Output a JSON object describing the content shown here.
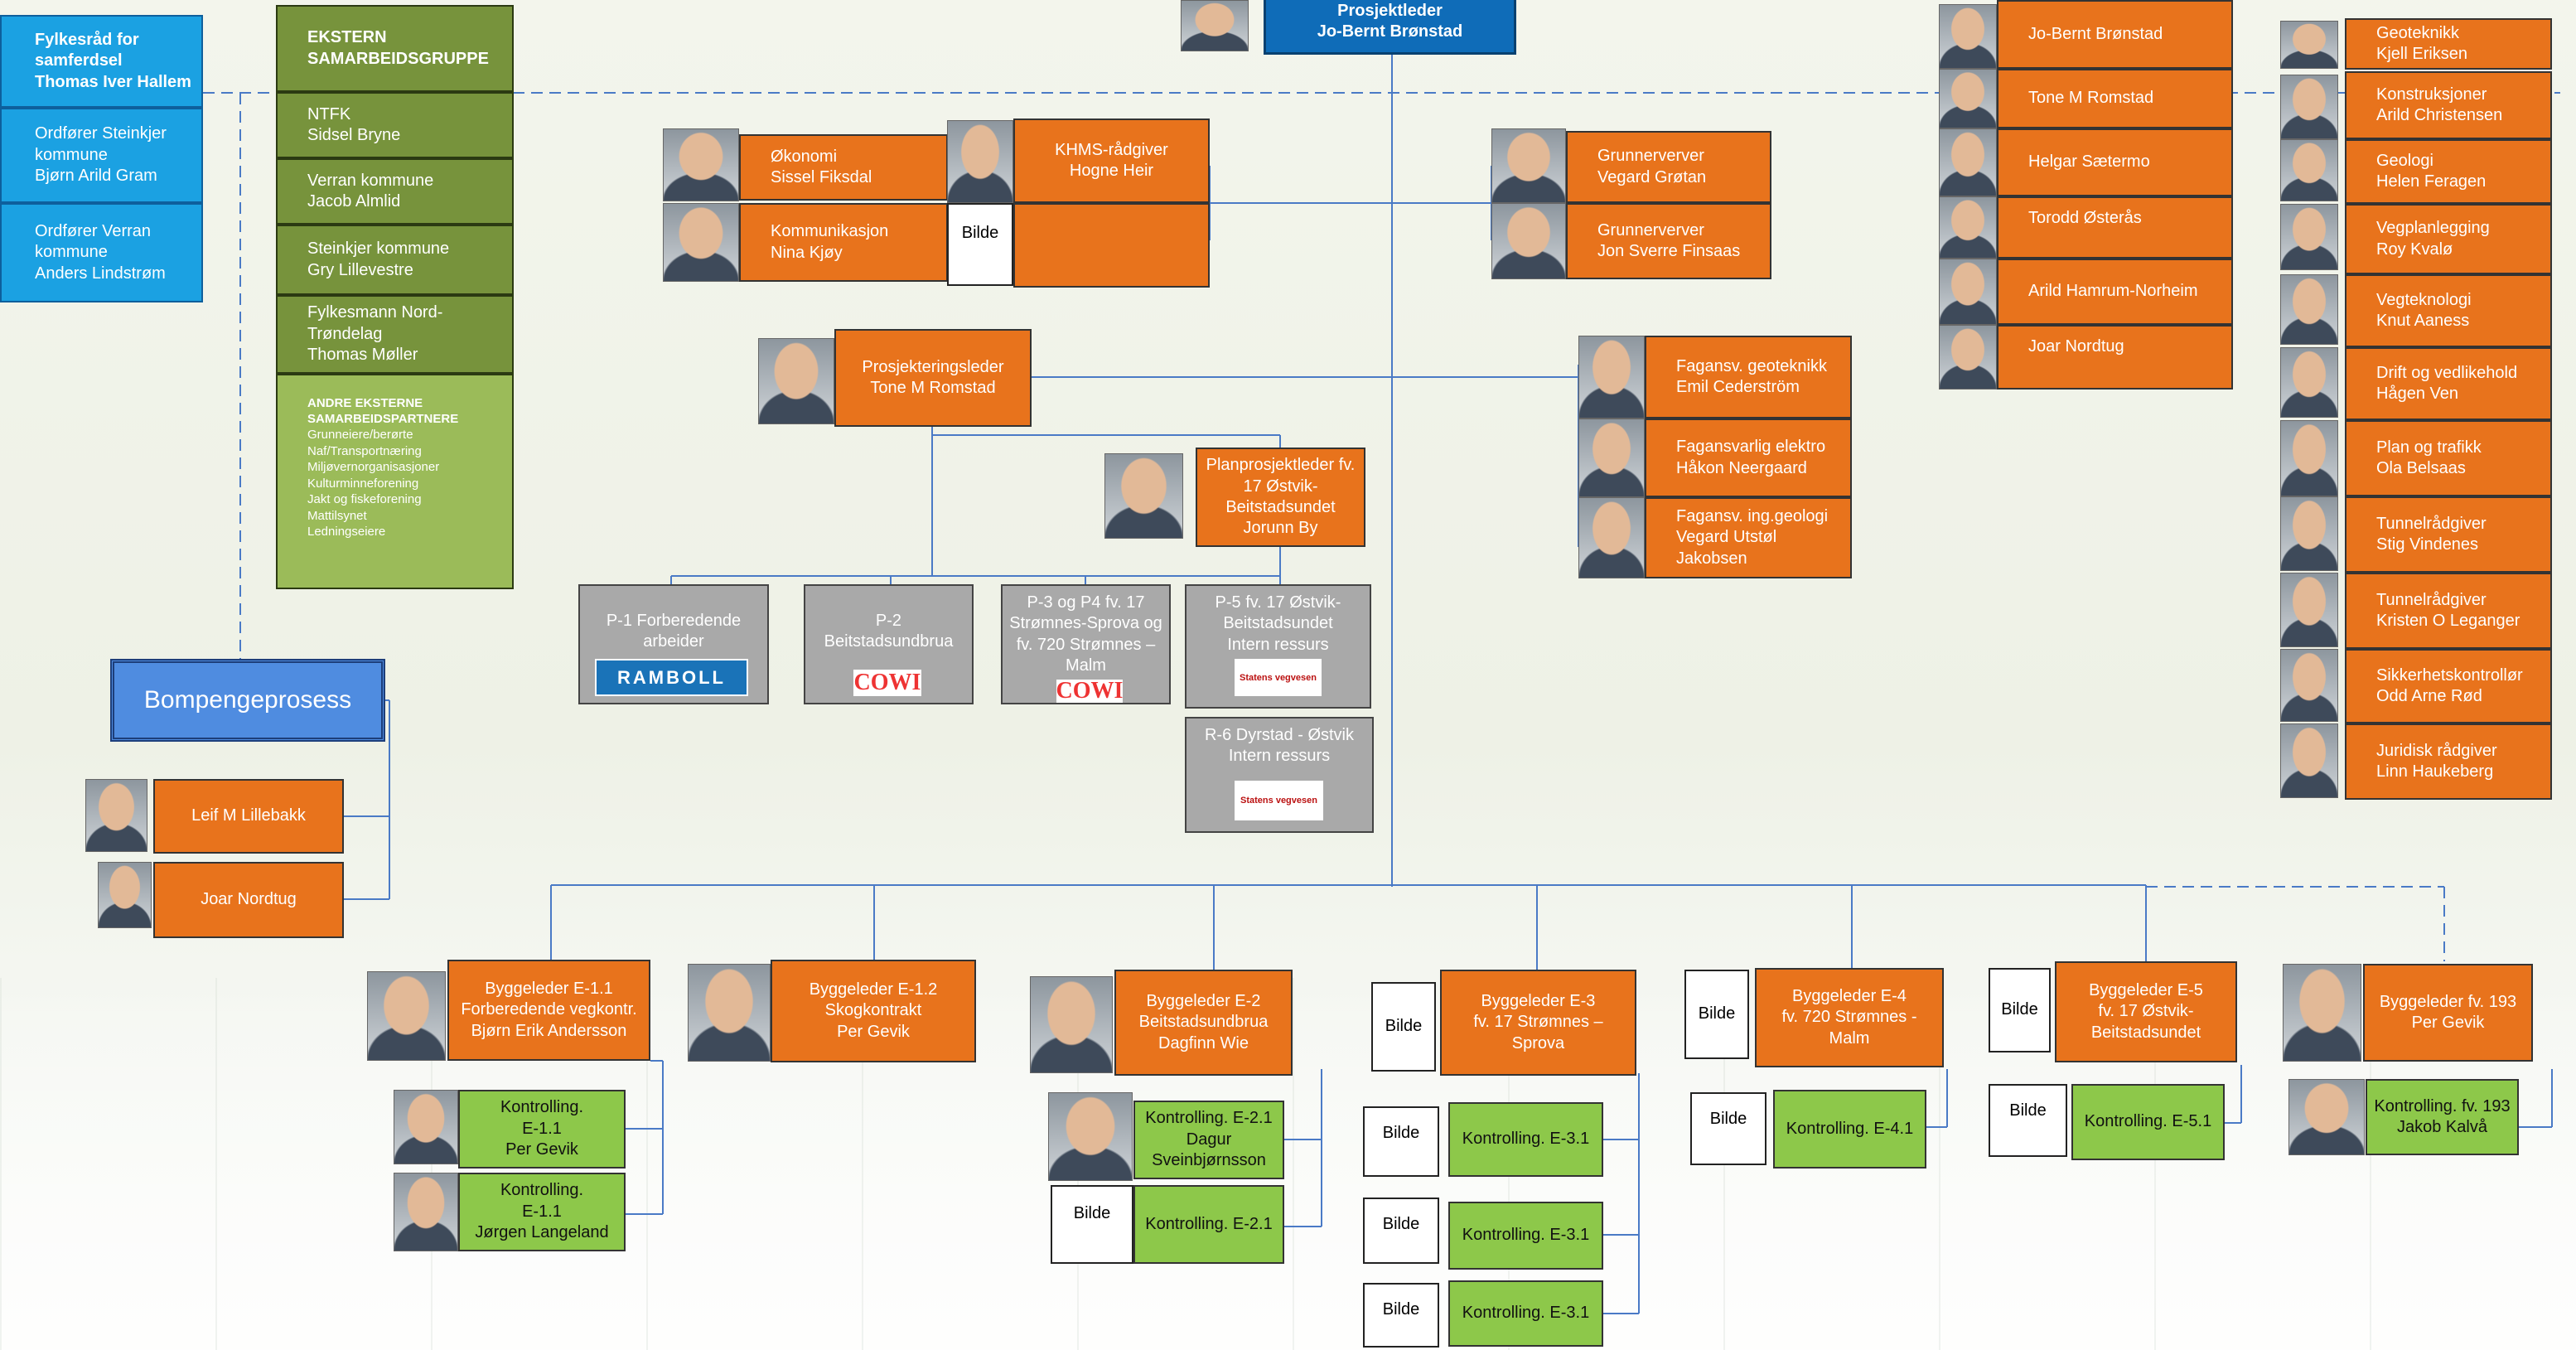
{
  "top": {
    "project_lead_title": "Prosjektleder",
    "project_lead_name": "Jo-Bernt Brønstad"
  },
  "left_blue": [
    "Fylkesråd for samferdsel\nThomas Iver Hallem",
    "Ordfører Steinkjer kommune\nBjørn Arild Gram",
    "Ordfører Verran kommune\nAnders Lindstrøm"
  ],
  "external_group": {
    "title": "EKSTERN\nSAMARBEIDSGRUPPE",
    "members": [
      "NTFK\nSidsel Bryne",
      "Verran kommune\nJacob Almlid",
      "Steinkjer kommune\nGry Lillevestre",
      "Fylkesmann Nord-\nTrøndelag\nThomas Møller"
    ],
    "other_title": "ANDRE EKSTERNE\nSAMARBEIDSPARTNERE",
    "other_items": "Grunneiere/berørte\nNaf/Transportnæring\nMiljøvernorganisasjoner\nKulturminneforening\nJakt og fiskeforening\nMattilsynet\nLedningseiere"
  },
  "staff": {
    "economy": "Økonomi\nSissel Fiksdal",
    "communication": "Kommunikasjon\nNina Kjøy",
    "khms": "KHMS-rådgiver\nHogne Heir",
    "bilde": "Bilde",
    "land1": "Grunnerverver\nVegard Grøtan",
    "land2": "Grunnerverver\nJon Sverre Finsaas"
  },
  "planning": {
    "lead": "Prosjekteringsleder\nTone M Romstad",
    "plan_lead": "Planprosjektleder fv.\n17 Østvik-\nBeitstadsundet\nJorunn By",
    "experts": [
      "Fagansv. geoteknikk\nEmil Cederström",
      "Fagansvarlig elektro\nHåkon Neergaard",
      "Fagansv. ing.geologi\nVegard Utstøl\nJakobsen"
    ],
    "packages": [
      "P-1 Forberedende\narbeider",
      "P-2\nBeitstadsundbrua",
      "P-3 og P4 fv. 17\nStrømnes-Sprova og\nfv. 720 Strømnes –\nMalm",
      "P-5 fv. 17 Østvik-\nBeitstadsundet\nIntern ressurs",
      "R-6 Dyrstad - Østvik\nIntern ressurs"
    ],
    "logos": {
      "ramboll": "RAMBOLL",
      "cowi": "COWI",
      "svv": "Statens vegvesen"
    }
  },
  "bomp": {
    "title": "Bompengeprosess",
    "members": [
      "Leif M Lillebakk",
      "Joar Nordtug"
    ]
  },
  "right_column_1": [
    "Jo-Bernt Brønstad",
    "Tone M Romstad",
    "Helgar Sætermo",
    "Torodd Østerås",
    "Arild Hamrum-Norheim",
    "Joar Nordtug"
  ],
  "right_column_2": [
    "Geoteknikk\nKjell Eriksen",
    "Konstruksjoner\nArild Christensen",
    "Geologi\nHelen Feragen",
    "Vegplanlegging\nRoy Kvalø",
    "Vegteknologi\nKnut Aaness",
    "Drift og vedlikehold\nHågen Ven",
    "Plan og trafikk\nOla Belsaas",
    "Tunnelrådgiver\nStig Vindenes",
    "Tunnelrådgiver\nKristen O Leganger",
    "Sikkerhetskontrollør\nOdd Arne Rød",
    "Juridisk rådgiver\nLinn Haukeberg"
  ],
  "construction": {
    "leaders": [
      "Byggeleder E-1.1\nForberedende vegkontr.\nBjørn Erik Andersson",
      "Byggeleder E-1.2\nSkogkontrakt\nPer Gevik",
      "Byggeleder E-2\nBeitstadsundbrua\nDagfinn Wie",
      "Byggeleder E-3\nfv. 17 Strømnes –\nSprova",
      "Byggeleder E-4\nfv. 720 Strømnes -\nMalm",
      "Byggeleder E-5\nfv. 17 Østvik-\nBeitstadsundet",
      "Byggeleder fv. 193\nPer Gevik"
    ],
    "controls": {
      "e11a": "Kontrolling.\nE-1.1\nPer Gevik",
      "e11b": "Kontrolling.\nE-1.1\nJørgen Langeland",
      "e21a": "Kontrolling. E-2.1\nDagur\nSveinbjørnsson",
      "e21b": "Kontrolling. E-2.1",
      "e31": "Kontrolling. E-3.1",
      "e41": "Kontrolling. E-4.1",
      "e51": "Kontrolling. E-5.1",
      "fv193": "Kontrolling. fv. 193\nJakob Kalvå"
    }
  },
  "colors": {
    "orange": "#e8731c",
    "green": "#8dc84a",
    "gray": "#a9a9a9",
    "blue": "#1ba1e2",
    "olive": "#77933c",
    "line": "#4a7ac6"
  }
}
